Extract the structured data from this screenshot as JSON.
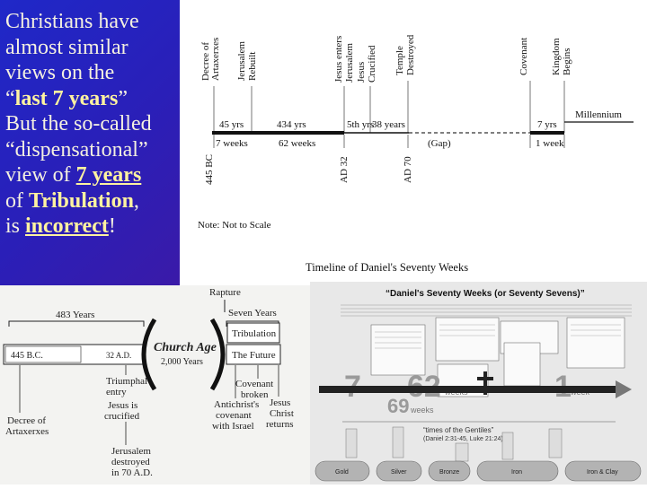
{
  "slide": {
    "line1": "Christians have",
    "line2": "almost similar",
    "line3": "views on the",
    "quote_open": "“",
    "last7": "last 7 years",
    "quote_close": "”",
    "line5": "But the so-called",
    "line6": "“dispensational”",
    "line7_pre": "view of ",
    "years7": "7 years",
    "line8_pre": "of ",
    "tribulation": "Tribulation",
    "line8_post": ",",
    "line9_pre": "is ",
    "incorrect": "incorrect",
    "line9_post": "!"
  },
  "timeline": {
    "labels_top": [
      "Decree of",
      "Artaxerxes",
      "Jerusalem",
      "Rebuilt",
      "Jesus enters",
      "Jerusalem",
      "Jesus",
      "Crucified",
      "Temple",
      "Destroyed",
      "Covenant",
      "Kingdom",
      "Begins"
    ],
    "seg_years": [
      "45 yrs",
      "434 yrs",
      "5th yrs",
      "38 years",
      "7 yrs",
      "Millennium"
    ],
    "seg_weeks": [
      "7 weeks",
      "62 weeks",
      "(Gap)",
      "1 week"
    ],
    "dates": [
      "445 BC",
      "AD 32",
      "AD 70"
    ],
    "note": "Note: Not to Scale",
    "caption": "Timeline of Daniel's Seventy Weeks"
  },
  "church": {
    "rapture": "Rapture",
    "years483": "483 Years",
    "seven_years": "Seven Years",
    "tribulation": "Tribulation",
    "bc445": "445 B.C.",
    "ad32": "32 A.D.",
    "church_age": "Church Age",
    "two_thousand": "2,000 Years",
    "future": "The Future",
    "triumphal1": "Triumphal",
    "triumphal2": "entry",
    "covenant1": "Covenant",
    "covenant2": "broken",
    "crucified1": "Jesus is",
    "crucified2": "crucified",
    "antichrist1": "Antichrist's",
    "antichrist2": "covenant",
    "antichrist3": "with Israel",
    "christ1": "Jesus",
    "christ2": "Christ",
    "christ3": "returns",
    "decree1": "Decree of",
    "decree2": "Artaxerxes",
    "jerusalem1": "Jerusalem",
    "jerusalem2": "destroyed",
    "jerusalem3": "in 70 A.D."
  },
  "seventy": {
    "title": "“Daniel's Seventy Weeks (or Seventy Sevens)”",
    "n7": "7",
    "n62": "62",
    "weeks": "weeks",
    "n69": "69",
    "n1": "1",
    "week": "week",
    "times_gentiles": "“times of the Gentiles”",
    "ref": "(Daniel 2:31-45, Luke 21:24)",
    "metals": [
      "Gold",
      "Silver",
      "Bronze",
      "Iron",
      "Iron & Clay"
    ]
  }
}
